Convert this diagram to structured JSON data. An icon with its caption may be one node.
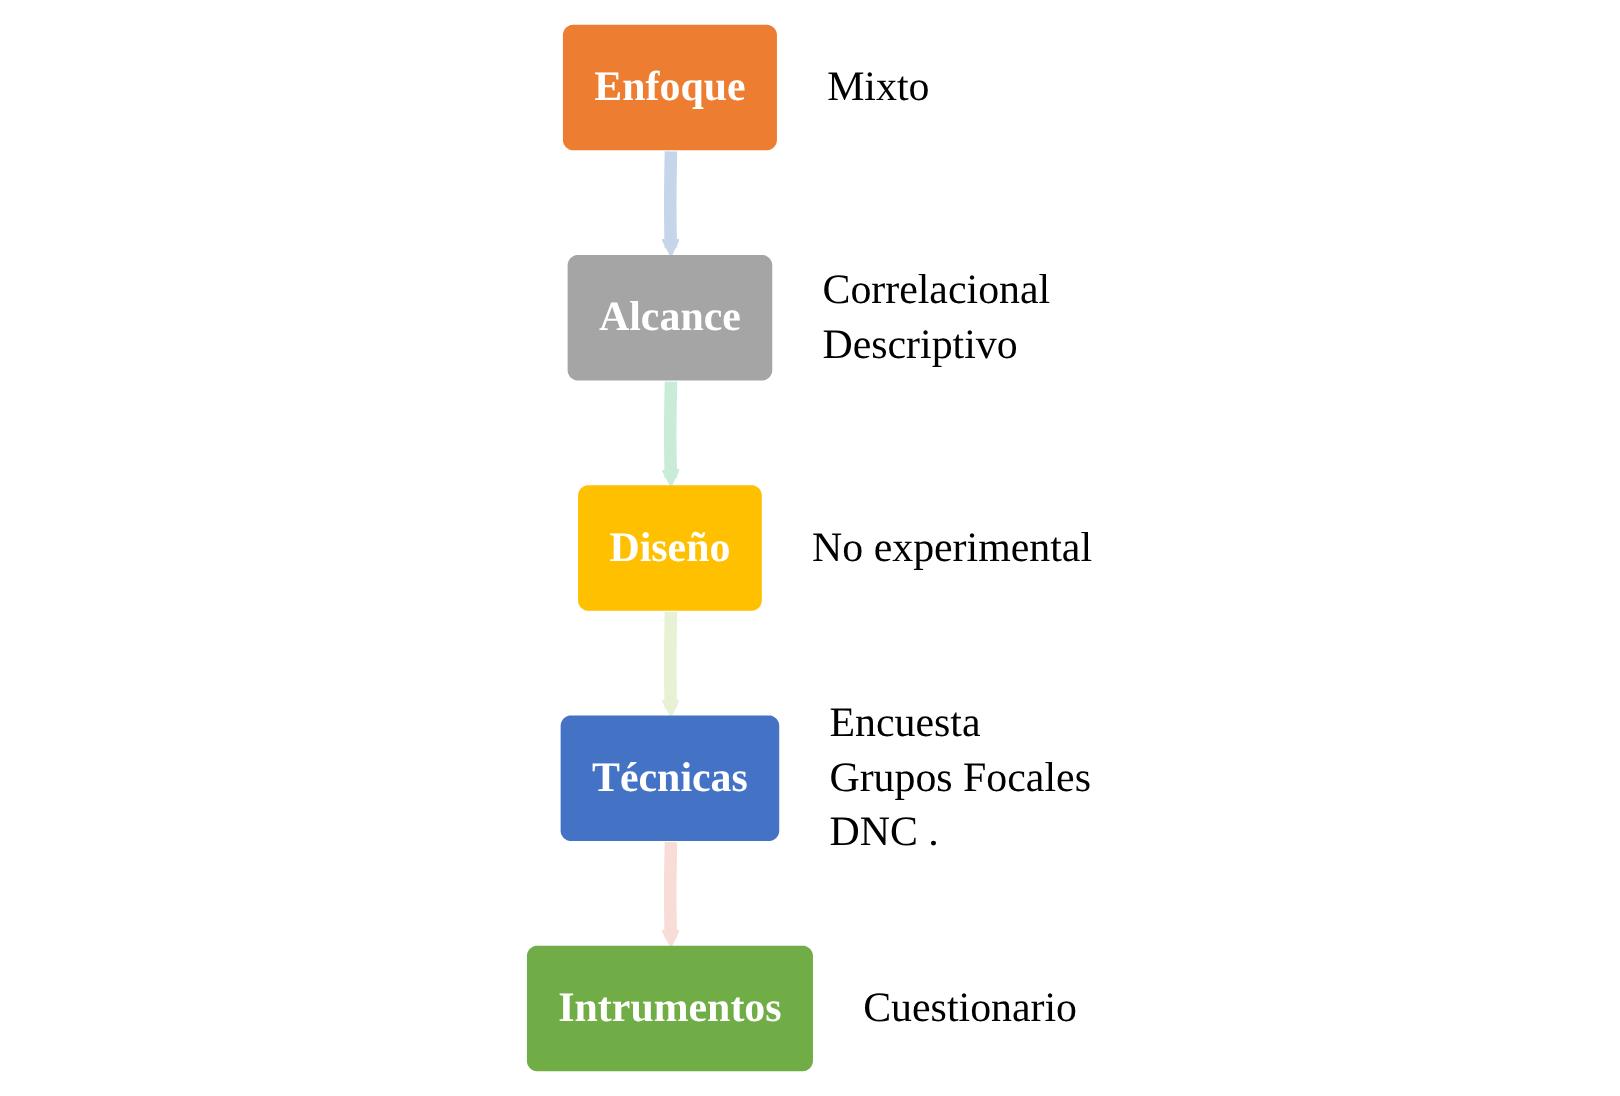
{
  "diagram": {
    "nodes": [
      {
        "text": [
          "Enfoque"
        ],
        "beside": [
          "Mixto"
        ]
      },
      {
        "text": [
          "Alcance"
        ],
        "beside": [
          "Correlacional",
          "Descriptivo"
        ]
      },
      {
        "text": [
          "Diseño"
        ],
        "beside": [
          "No experimental"
        ]
      },
      {
        "text": [
          "Técnicas"
        ],
        "beside": [
          "Encuesta",
          "Grupos Focales",
          "DNC ."
        ]
      },
      {
        "text": [
          "Intrumentos"
        ],
        "beside": [
          "Cuestionario"
        ]
      }
    ],
    "edges": [
      {
        "from": 0,
        "to": 1,
        "arrow": "to",
        "color": "#c5d6ea"
      },
      {
        "from": 1,
        "to": 2,
        "arrow": "to",
        "color": "#c9ecd9"
      },
      {
        "from": 2,
        "to": 3,
        "arrow": "to",
        "color": "#e6f2d3"
      },
      {
        "from": 3,
        "to": 4,
        "arrow": "to",
        "color": "#f8dcd6"
      }
    ]
  }
}
